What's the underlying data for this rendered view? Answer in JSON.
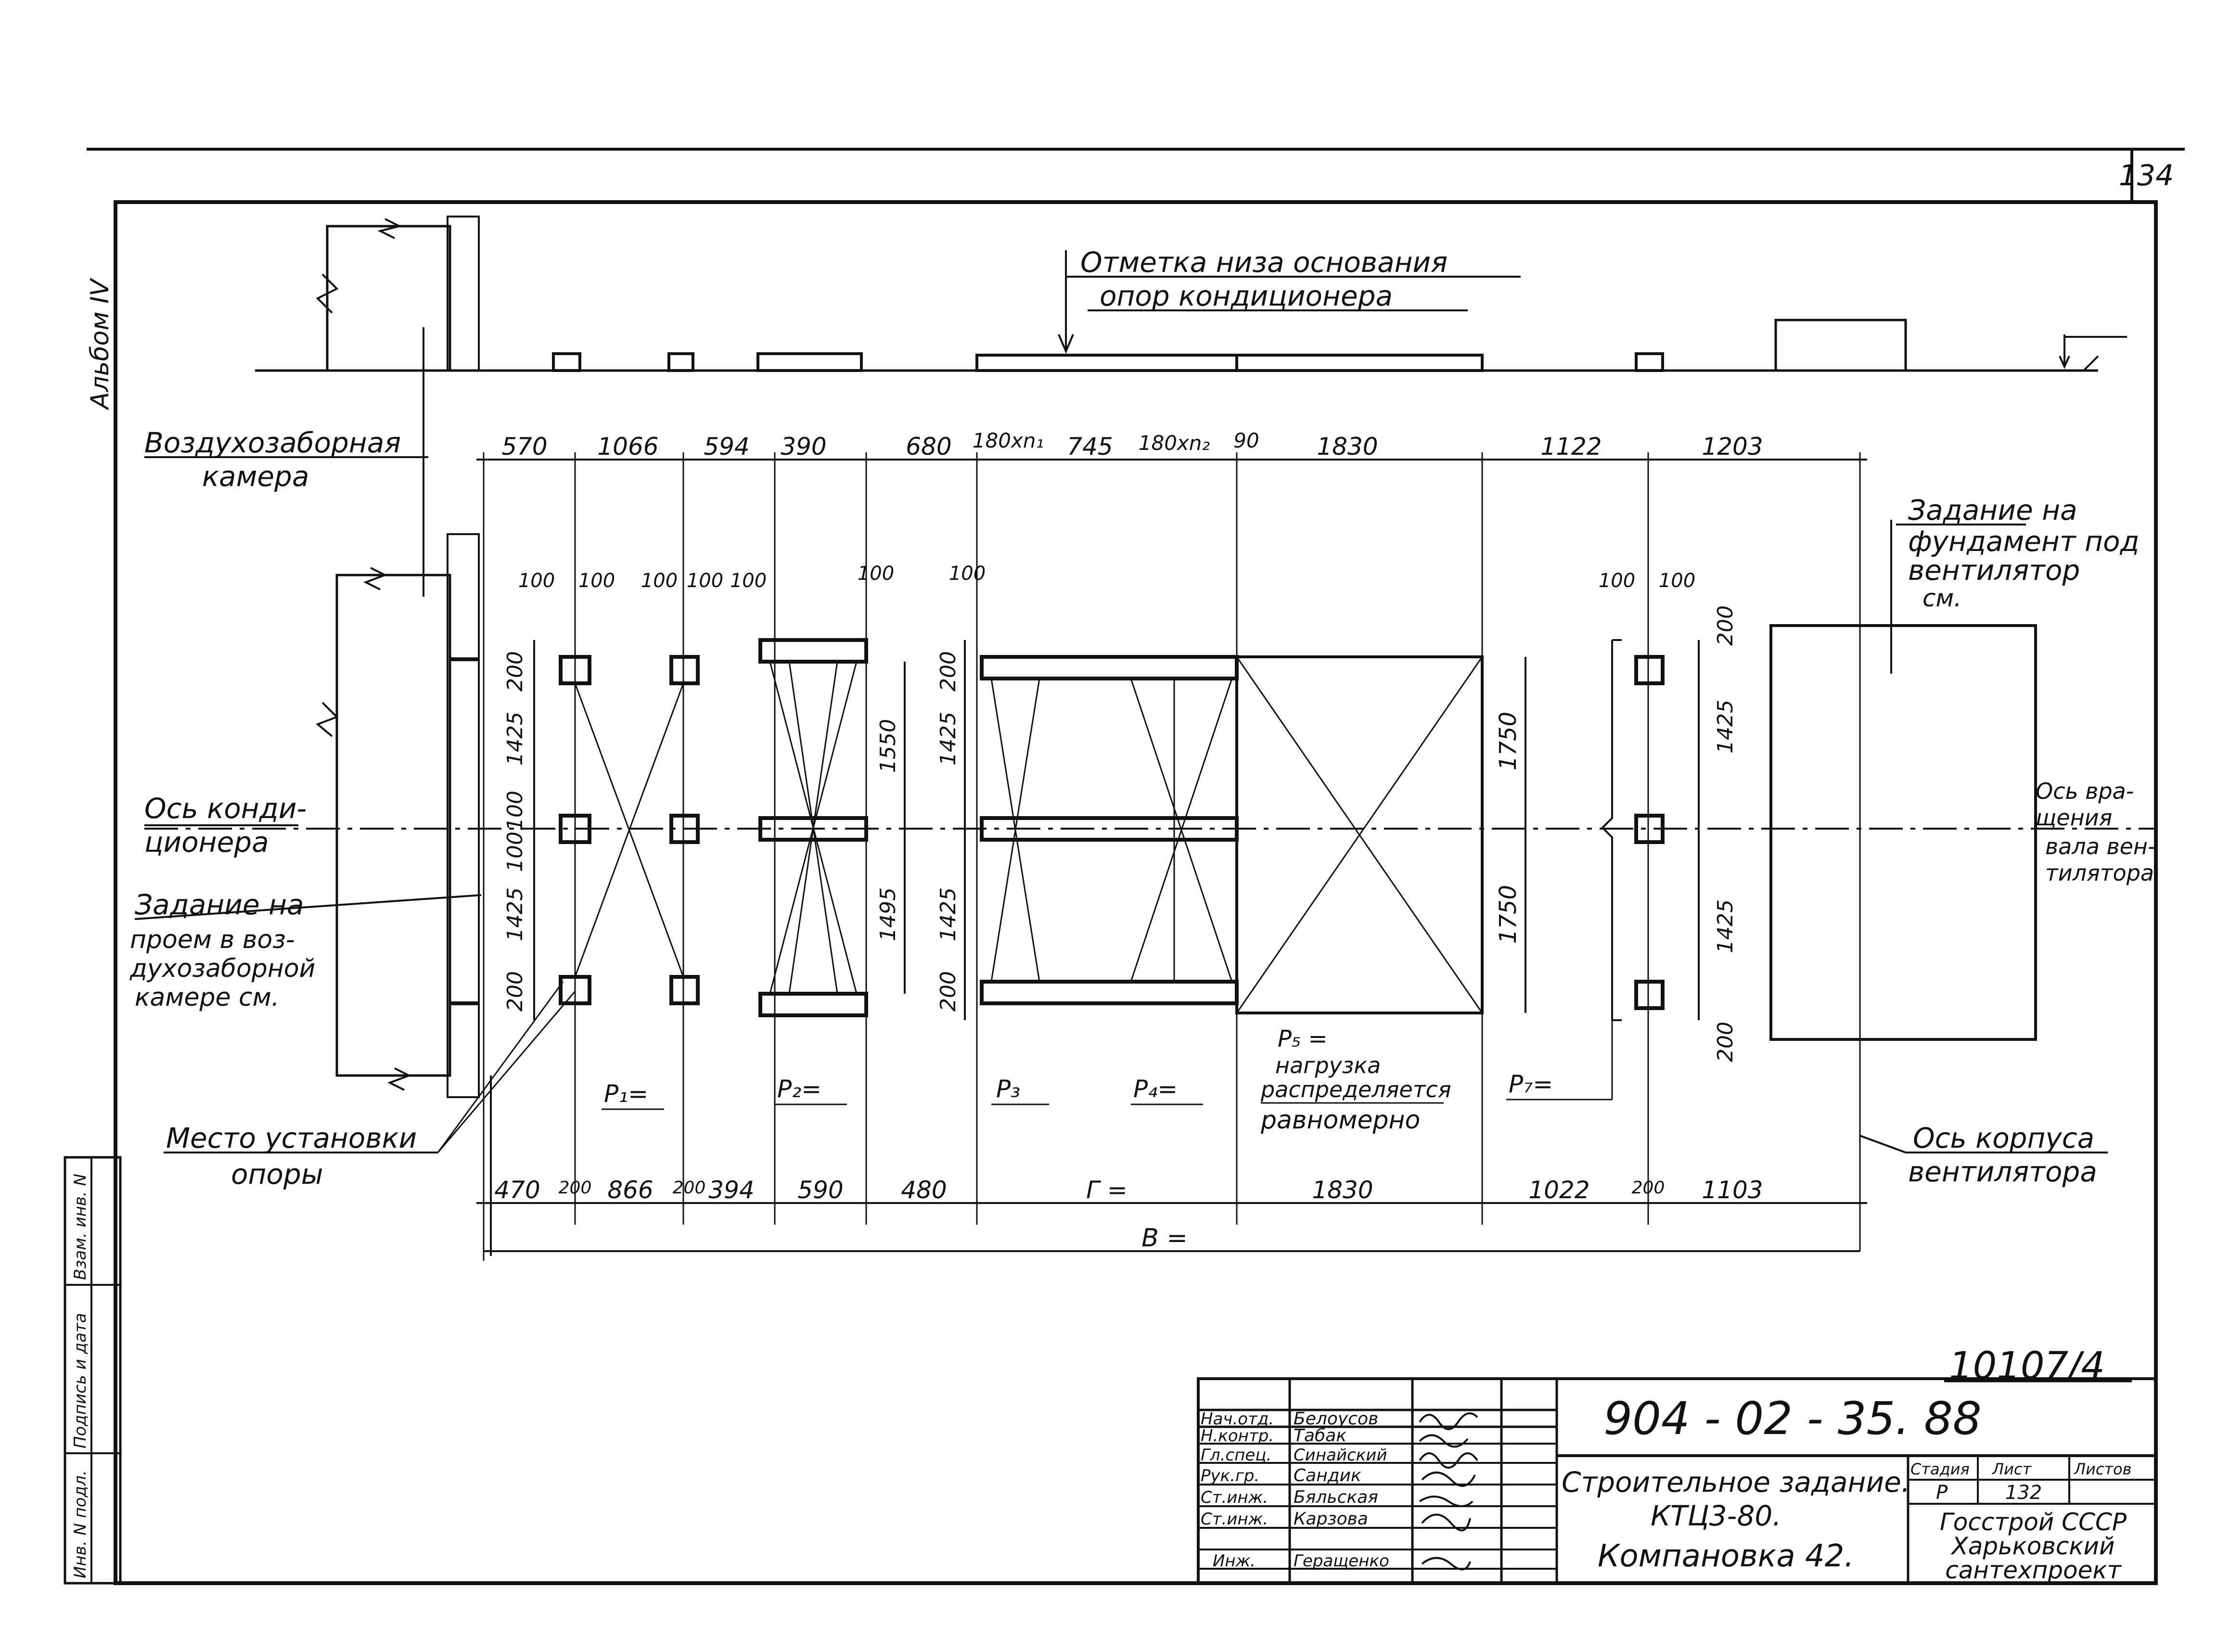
{
  "sheet_number": "134",
  "album_label": "Альбом IV",
  "top_note": {
    "line1": "Отметка низа основания",
    "line2": "опор кондиционера"
  },
  "intake_chamber_label": {
    "line1": "Воздухозаборная",
    "line2": "камера"
  },
  "fan_foundation_note": {
    "line1": "Задание на",
    "line2": "фундамент под",
    "line3": "вентилятор",
    "line4": "см."
  },
  "conditioner_axis": {
    "line1": "Ось конди-",
    "line2": "ционера"
  },
  "opening_note": {
    "line1": "Задание на",
    "line2": "проем в воз-",
    "line3": "духозаборной",
    "line4": "камере см."
  },
  "fan_shaft_axis": {
    "line1": "Ось вра-",
    "line2": "щения",
    "line3": "вала вен-",
    "line4": "тилятора"
  },
  "support_place_note": {
    "line1": "Место установки",
    "line2": "опоры"
  },
  "fan_casing_axis": {
    "line1": "Ось корпуса",
    "line2": "вентилятора"
  },
  "top_dims": [
    "570",
    "1066",
    "594",
    "390",
    "680",
    "180хn₁",
    "745",
    "180хn₂",
    "90",
    "1830",
    "1122",
    "1203"
  ],
  "bottom_dims": [
    "470",
    "200",
    "866",
    "200",
    "394",
    "590",
    "480",
    "Г =",
    "1830",
    "1022",
    "200",
    "1103"
  ],
  "overall_dim": "В =",
  "small_100": "100",
  "small_200": "200",
  "left_vertical_dims": [
    "200",
    "1425",
    "100",
    "100",
    "1425",
    "200"
  ],
  "mid_vertical_dims": [
    "1550",
    "1495"
  ],
  "right_vertical_dims": [
    "1750",
    "1750"
  ],
  "loads": {
    "p1": "P₁=",
    "p2": "P₂=",
    "p3": "P₃",
    "p4": "P₄=",
    "p5": "P₅ =",
    "p5_note1": "нагрузка",
    "p5_note2": "распределяется",
    "p5_note3": "равномерно",
    "p7": "P₇="
  },
  "drawing_id": "10107/4",
  "title_block": {
    "doc_code": "904 - 02 - 35. 88",
    "title_line1": "Строительное задание.",
    "title_line2": "КТЦ3-80.",
    "title_line3": "Компановка 42.",
    "stage_header": "Стадия",
    "sheet_header": "Лист",
    "sheets_header": "Листов",
    "stage_value": "Р",
    "sheet_value": "132",
    "org_line1": "Госстрой СССР",
    "org_line2": "Харьковский",
    "org_line3": "сантехпроект",
    "roles": [
      "Нач.отд.",
      "Н.контр.",
      "Гл.спец.",
      "Рук.гр.",
      "Ст.инж.",
      "Ст.инж.",
      "Инж."
    ],
    "names": [
      "Белоусов",
      "Табак",
      "Синайский",
      "Сандик",
      "Бяльская",
      "Карзова",
      "Геращенко"
    ]
  },
  "side_stamp": {
    "cell1": "Инв. N подл.",
    "cell2": "Подпись и дата",
    "cell3": "Взам. инв. N"
  }
}
